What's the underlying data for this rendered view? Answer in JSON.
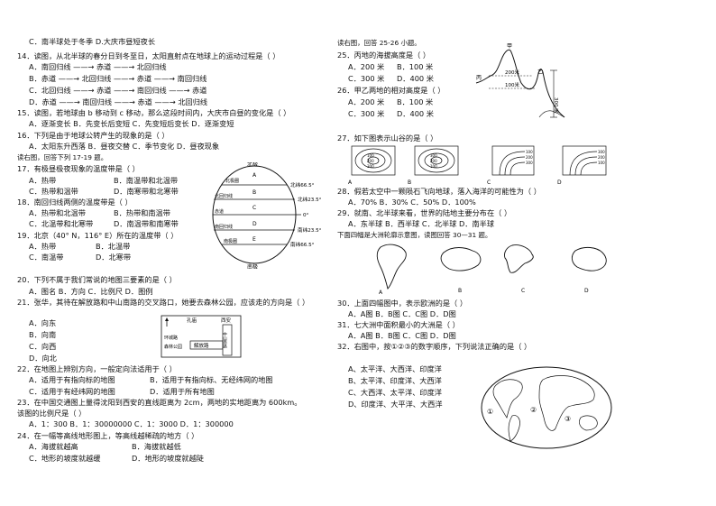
{
  "left": {
    "l01": "C．南半球处于冬季   D.大庆市昼短夜长",
    "q14": "14．读图，从北半球的春分日到冬至日，太阳直射点在地球上的运动过程是（      ）",
    "q14a": "A．南回归线 ——→ 赤道 ——→ 北回归线",
    "q14b": "B．赤道 ——→ 北回归线 ——→ 赤道 ——→ 南回归线",
    "q14c": "C．北回归线 ——→ 赤道 ——→ 南回归线 ——→ 赤道",
    "q14d": "D．赤道 ——→ 南回归线 ——→ 赤道 ——→ 北回归线",
    "q15": "15．读图，若地球由 b 移动到 c 移动，那么这段时间内，大庆市白昼的变化是（      ）",
    "q15o": "A．逐渐变长      B．先变长后变短      C．先变短后变长      D．逐渐变短",
    "q16": "16．下列是由于地球公转产生的现象的是（      ）",
    "q16o": "A．太阳东升西落      B．昼夜交替      C．季节变化      D．昼夜现象",
    "readtip1": "读右图，回答下列 17-19 题。",
    "q17": "17．有极昼极夜现象的温度带是（      ）",
    "q17a": "A．热带",
    "q17b": "B．南温带和北温带",
    "q17c": "C．热带和温带",
    "q17d": "D．南寒带和北寒带",
    "q18": "18．南回归线两侧的温度带是（      ）",
    "q18a": "A．热带和北温带",
    "q18b": "B．热带和南温带",
    "q18c": "C．北温带和北寒带",
    "q18d": "D．南温带和南寒带",
    "q19": "19．北京（40° N，116° E）所在的温度带（      ）",
    "q19a": "A．热带",
    "q19b": "B．北温带",
    "q19c": "C．南温带",
    "q19d": "D．北寒带",
    "q20": "20．下列不属于我们常说的地图三要素的是（      ）",
    "q20o": "A．图名              B．方向              C．比例尺              D．图例",
    "q21": "21．张华，其待在解放路和中山南路的交叉路口，她要去森林公园，应该走的方向是（      ）",
    "q21a": "A．向东",
    "q21b": "B．向南",
    "q21c": "C．向西",
    "q21d": "D．向北",
    "q22": "22．在地图上辨别方向，一般定向法适用于（      ）",
    "q22a": "A．适用于有指向标的地图",
    "q22b": "B．适用于有指向标、无经纬网的地图",
    "q22c": "C．适用于有经纬网的地图",
    "q22d": "D．适用于所有地图",
    "q23": "23．在中国交通图上量得沈阳到西安的直线距离为 2cm，两地的实地距离为 600km。",
    "q23b": "该图的比例尺是（      ）",
    "q23o": "A．1：300          B．1：30000000          C．1：3000          D．1：300000",
    "q24": "24．在一幅等高线地形图上，等高线越稀疏的地方（      ）",
    "q24a": "A．海拔就越高",
    "q24b": "B．海拔就越低",
    "q24c": "C．地形的坡度就越缓",
    "q24d": "D．地形的坡度就越陡"
  },
  "globe": {
    "north_pole": "北极",
    "south_pole": "南极",
    "arctic_left": "北极圈",
    "tropic_n_left": "北回归线",
    "equator_left": "赤道",
    "tropic_s_left": "南回归线",
    "antarctic_left": "南极圈",
    "lat_n665": "北纬66.5°",
    "lat_n235": "北纬23.5°",
    "lat_0": "0°",
    "lat_s235": "南纬23.5°",
    "lat_s665": "南纬66.5°",
    "zone_a": "A",
    "zone_b": "B",
    "zone_c": "C",
    "zone_d": "D",
    "zone_e": "E"
  },
  "map21": {
    "kongmiao": "孔庙",
    "xizhan": "西安",
    "huancheng": "环城路",
    "senlin": "森林公园",
    "jiefang": "解放路",
    "zhongshan": "中山南路",
    "north": "N"
  },
  "right": {
    "readtip2": "读右图，回答 25-26 小题。",
    "q25": "25．丙地的海拔高度是（      ）",
    "q25a": "A．200 米",
    "q25b": "B．100 米",
    "q25c": "C．300 米",
    "q25d": "D．400 米",
    "q26": "26．甲乙两地的相对高度是（      ）",
    "q26a": "A．200 米",
    "q26b": "B．100 米",
    "q26c": "C．300 米",
    "q26d": "D．400 米",
    "q27": "27．如下图表示山谷的是（      ）",
    "q27labels": [
      "A",
      "B",
      "C",
      "D"
    ],
    "q28": "28．假若太空中一颗陨石飞向地球，落入海洋的可能性为（      ）",
    "q28o": "A．70%          B．30%          C．50%          D．100%",
    "q29": "29．就南、北半球来看，世界的陆地主要分布在（      ）",
    "q29o": "A．东半球          B．西半球          C．北半球          D．南半球",
    "readtip3": "下面四幅是大洲轮廓示意图，读图回答 30—31 题。",
    "q30": "30．上面四幅图中，表示欧洲的是（      ）",
    "q30o": "A．A图              B．B图              C．C图              D．D图",
    "q31": "31．七大洲中面积最小的大洲是（      ）",
    "q31o": "A．A图              B．B图              C．C图              D．D图",
    "q32": "32．右图中，按①②③的数字顺序，下列说法正确的是（      ）",
    "q32a": "A、太平洋、大西洋、印度洋",
    "q32b": "B、太平洋、印度洋、大西洋",
    "q32c": "C、大西洋、太平洋、印度洋",
    "q32d": "D、印度洋、大平洋、大西洋"
  },
  "profile": {
    "jia": "甲",
    "yi": "乙",
    "bing": "丙",
    "m200": "200米",
    "m100": "100米",
    "m300": "300 米"
  },
  "contours": {
    "a": [
      "100",
      "200",
      "300"
    ],
    "b": [
      "100",
      "200",
      "300"
    ],
    "c": [
      "100",
      "200",
      "300"
    ],
    "d": [
      "100",
      "200",
      "300"
    ]
  },
  "continents": {
    "labels": [
      "A",
      "B",
      "C",
      "D"
    ]
  },
  "ocean_map": {
    "n1": "①",
    "n2": "②",
    "n3": "③"
  }
}
